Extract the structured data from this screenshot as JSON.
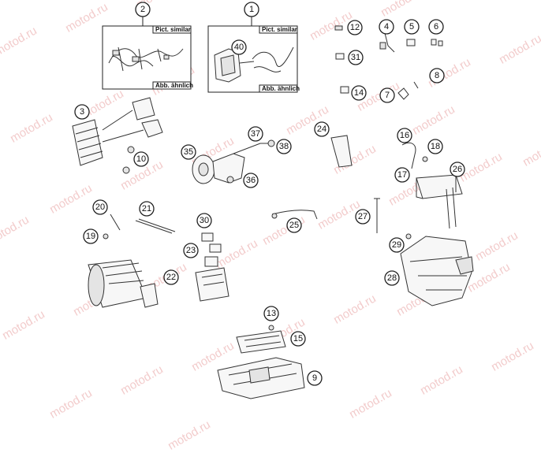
{
  "watermark_text": "motod.ru",
  "box_labels": {
    "pict_similar": "Pict. similar",
    "abb_ahnlich": "Abb. ähnlich"
  },
  "callouts": [
    "1",
    "2",
    "3",
    "4",
    "5",
    "6",
    "7",
    "8",
    "9",
    "10",
    "12",
    "13",
    "14",
    "15",
    "16",
    "17",
    "18",
    "19",
    "20",
    "21",
    "22",
    "23",
    "24",
    "25",
    "26",
    "27",
    "28",
    "29",
    "30",
    "31",
    "35",
    "36",
    "37",
    "38",
    "40"
  ]
}
